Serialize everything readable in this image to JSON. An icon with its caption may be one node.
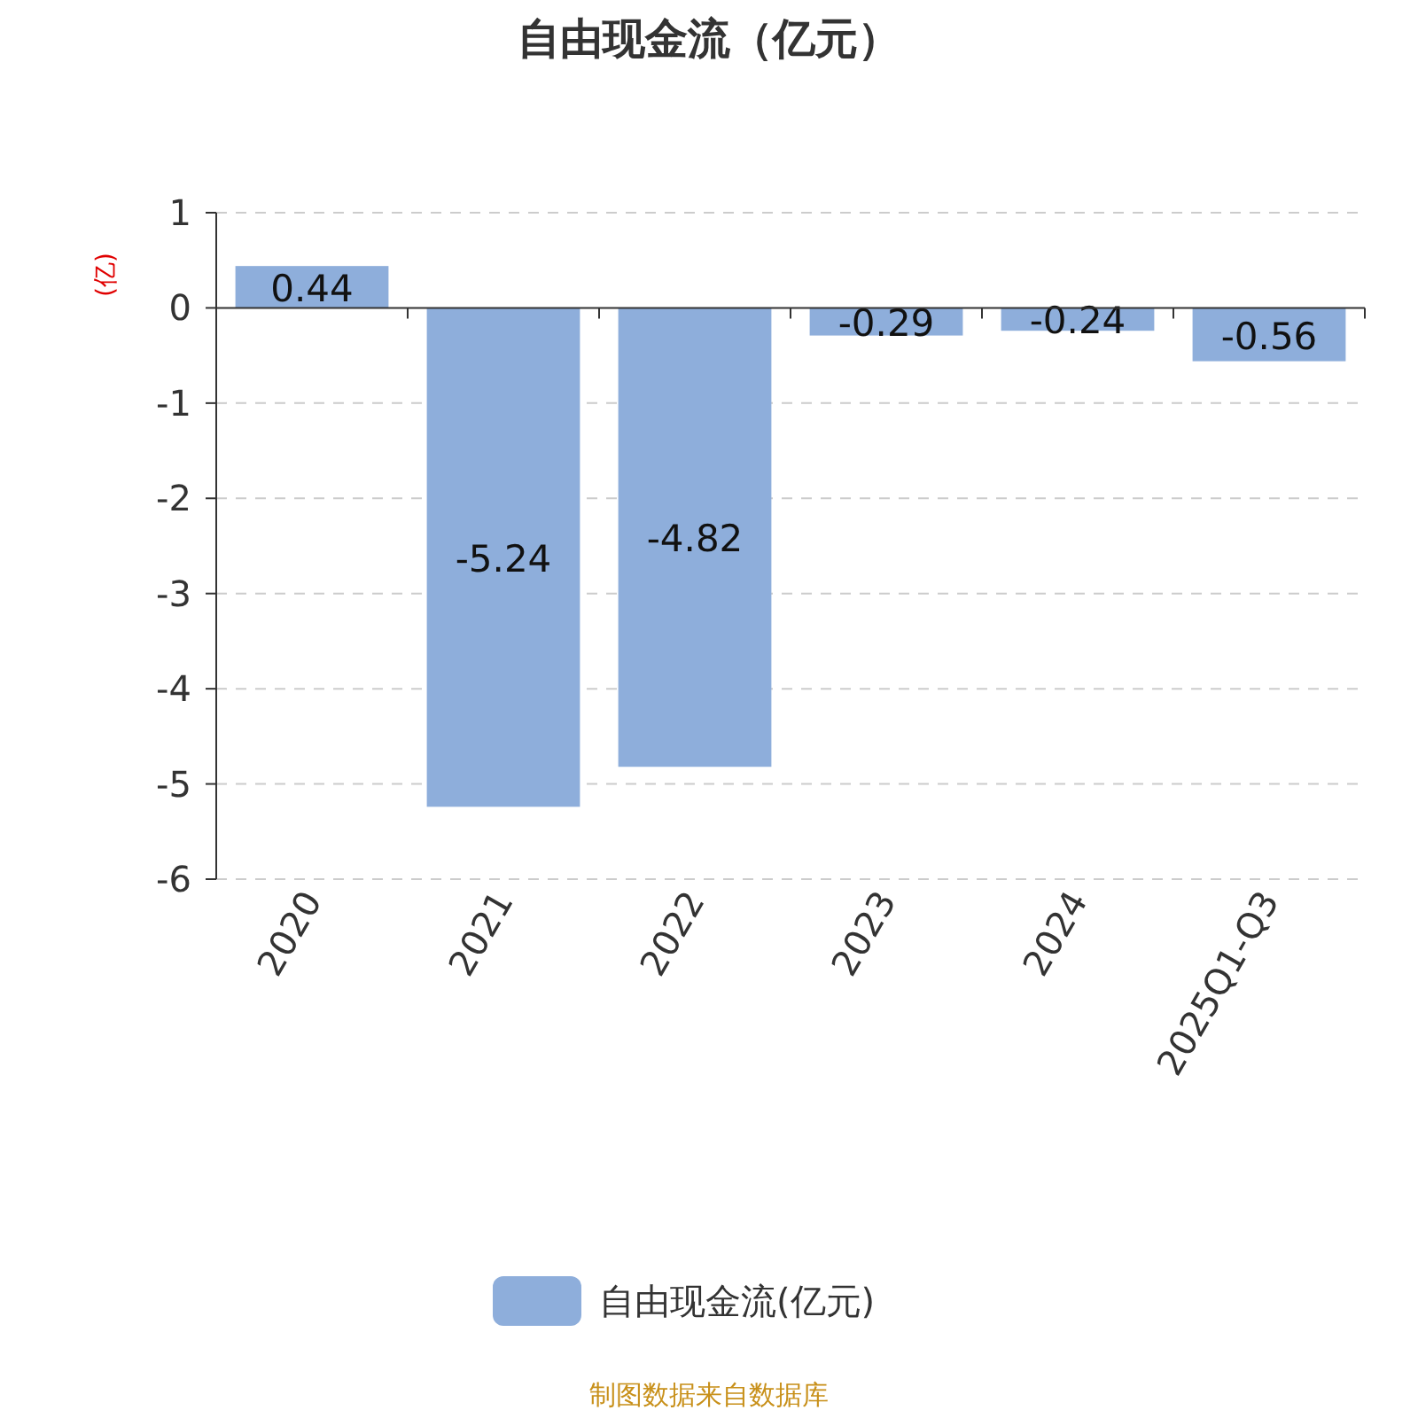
{
  "diagram": {
    "title": "自由现金流（亿元）",
    "labels": [
      "制图数据来自数据库"
    ],
    "chart_data": {
      "type": "bar",
      "categories": [
        "2020",
        "2021",
        "2022",
        "2023",
        "2024",
        "2025Q1-Q3"
      ],
      "ylabel": "(亿)",
      "ylim": [
        -6,
        1
      ],
      "yticks": [
        1,
        0,
        -1,
        -2,
        -3,
        -4,
        -5,
        -6
      ],
      "data_labels": true,
      "grid": true,
      "series": [
        {
          "name": "自由现金流(亿元)",
          "color": "#8eaedb",
          "values": [
            0.44,
            -5.24,
            -4.82,
            -0.29,
            -0.24,
            -0.56
          ]
        }
      ]
    }
  }
}
